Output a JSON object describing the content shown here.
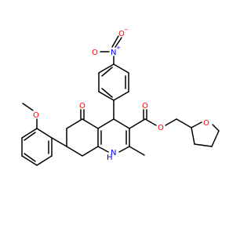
{
  "labels": {
    "nitro_n": "N",
    "nitro_plus": "+",
    "nitro_o_top": "O",
    "nitro_o_minus": "−",
    "nitro_o_left": "O",
    "ketone_o": "O",
    "ester_o_carbonyl": "O",
    "ester_o_link": "O",
    "methoxy_o": "O",
    "thf_o": "O",
    "amine_h": "H",
    "amine_n": "N"
  },
  "colors": {
    "bond": "#000000",
    "nitrogen": "#0000ff",
    "oxygen": "#ff0000",
    "carbon_text": "#000000",
    "background": "#ffffff"
  }
}
